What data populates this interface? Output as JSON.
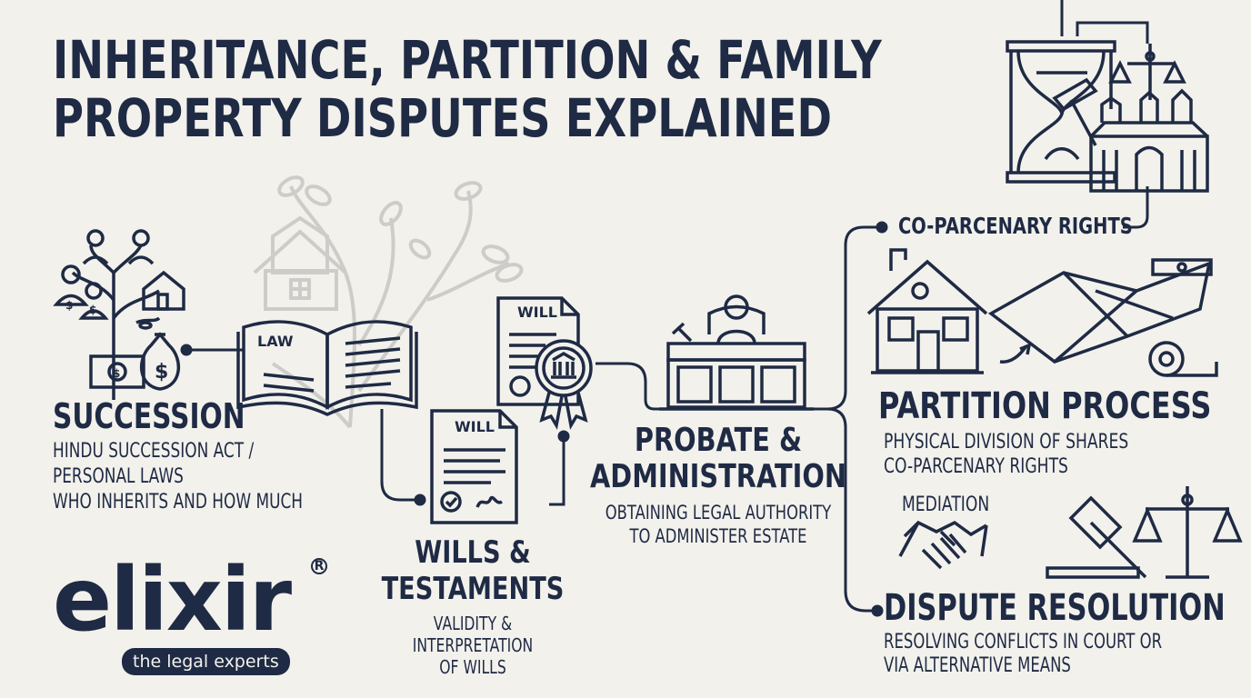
{
  "title": {
    "line1": "INHERITANCE, PARTITION & FAMILY",
    "line2": "PROPERTY DISPUTES EXPLAINED"
  },
  "succession": {
    "title": "SUCCESSION",
    "line1": "HINDU SUCCESSION ACT /",
    "line2": "PERSONAL LAWS",
    "line3": "WHO INHERITS AND HOW MUCH"
  },
  "law_book_label": "LAW",
  "will_doc_label": "WILL",
  "will_doc2_label": "WILL",
  "wills": {
    "title1": "WILLS &",
    "title2": "TESTAMENTS",
    "line1": "VALIDITY &",
    "line2": "INTERPRETATION",
    "line3": "OF WILLS"
  },
  "probate": {
    "title1": "PROBATE &",
    "title2": "ADMINISTRATION",
    "line1": "OBTAINING LEGAL AUTHORITY",
    "line2": "TO ADMINISTER ESTATE"
  },
  "coparcenary": {
    "label": "CO-PARCENARY RIGHTS"
  },
  "partition": {
    "title": "PARTITION PROCESS",
    "line1": "PHYSICAL DIVISION OF SHARES",
    "line2": "CO-PARCENARY RIGHTS"
  },
  "mediation": {
    "label": "MEDIATION"
  },
  "dispute": {
    "title": "DISPUTE RESOLUTION",
    "line1": "RESOLVING CONFLICTS IN COURT OR",
    "line2": "VIA ALTERNATIVE MEANS"
  },
  "logo": {
    "word": "elixir",
    "reg": "R",
    "tagline": "the legal experts"
  },
  "colors": {
    "navy": "#1f2a44",
    "background": "#f2f1ec",
    "faint": "#c9c9c6"
  }
}
